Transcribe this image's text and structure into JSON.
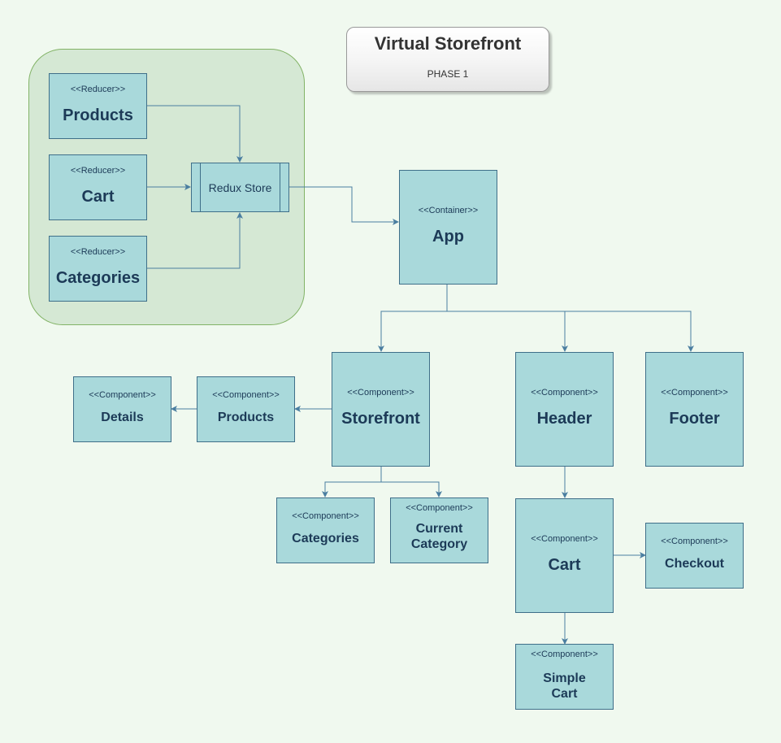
{
  "title": {
    "main": "Virtual Storefront",
    "phase": "PHASE 1"
  },
  "redux_store": {
    "label": "Redux Store"
  },
  "reducers": {
    "stereotype": "<<Reducer>>",
    "products": "Products",
    "cart": "Cart",
    "categories": "Categories"
  },
  "container": {
    "stereotype": "<<Container>>",
    "app": "App"
  },
  "components": {
    "stereotype": "<<Component>>",
    "storefront": "Storefront",
    "header": "Header",
    "footer": "Footer",
    "products": "Products",
    "details": "Details",
    "categories": "Categories",
    "current_category": "Current\nCategory",
    "cart": "Cart",
    "checkout": "Checkout",
    "simple_cart": "Simple\nCart"
  },
  "colors": {
    "background": "#f0f9ef",
    "node_fill": "#a9d9db",
    "node_stroke": "#3f6f89",
    "group_fill": "#d5e8d4",
    "group_stroke": "#82b366",
    "edge": "#4a7ea0",
    "text": "#1c3a57"
  }
}
